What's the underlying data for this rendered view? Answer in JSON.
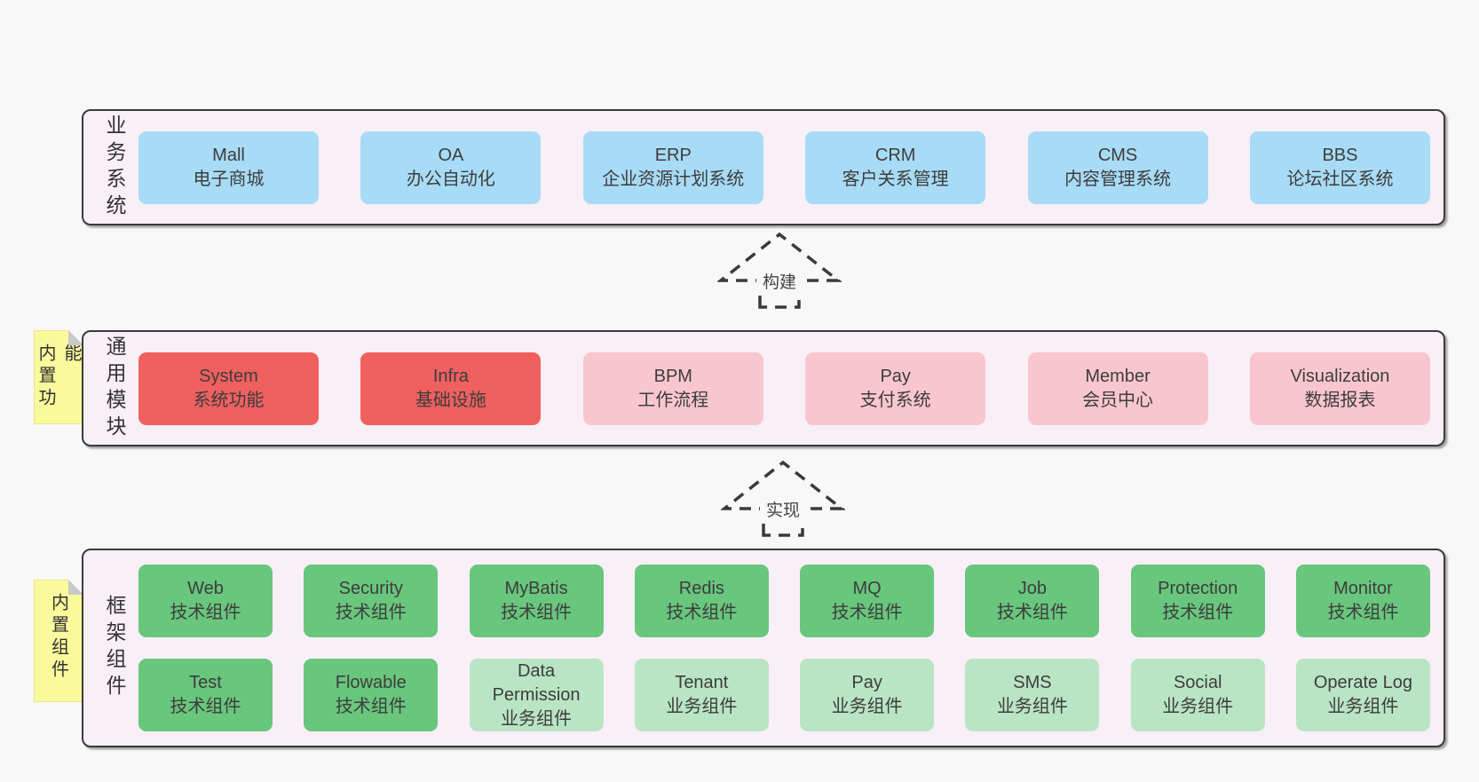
{
  "colors": {
    "page_bg": "#f8f8f8",
    "panel_bg": "#f9eff7",
    "panel_border": "#3b3b3b",
    "blue_box": "#a8dbf5",
    "red_box": "#f0605f",
    "pink_box": "#f9c6cf",
    "green_box": "#69c67d",
    "green_light_box": "#b9e5c4",
    "sticky_yellow": "#fafa9d"
  },
  "arrows": [
    {
      "label": "构建"
    },
    {
      "label": "实现"
    }
  ],
  "stickies": [
    {
      "label": "内置功能"
    },
    {
      "label": "内置组件"
    }
  ],
  "sections": {
    "business": {
      "label": "业务系统",
      "boxes": [
        {
          "en": "Mall",
          "zh": "电子商城"
        },
        {
          "en": "OA",
          "zh": "办公自动化"
        },
        {
          "en": "ERP",
          "zh": "企业资源计划系统"
        },
        {
          "en": "CRM",
          "zh": "客户关系管理"
        },
        {
          "en": "CMS",
          "zh": "内容管理系统"
        },
        {
          "en": "BBS",
          "zh": "论坛社区系统"
        }
      ]
    },
    "modules": {
      "label": "通用模块",
      "boxes": [
        {
          "en": "System",
          "zh": "系统功能"
        },
        {
          "en": "Infra",
          "zh": "基础设施"
        },
        {
          "en": "BPM",
          "zh": "工作流程"
        },
        {
          "en": "Pay",
          "zh": "支付系统"
        },
        {
          "en": "Member",
          "zh": "会员中心"
        },
        {
          "en": "Visualization",
          "zh": "数据报表"
        }
      ]
    },
    "framework": {
      "label": "框架组件",
      "row1": [
        {
          "en": "Web",
          "zh": "技术组件"
        },
        {
          "en": "Security",
          "zh": "技术组件"
        },
        {
          "en": "MyBatis",
          "zh": "技术组件"
        },
        {
          "en": "Redis",
          "zh": "技术组件"
        },
        {
          "en": "MQ",
          "zh": "技术组件"
        },
        {
          "en": "Job",
          "zh": "技术组件"
        },
        {
          "en": "Protection",
          "zh": "技术组件"
        },
        {
          "en": "Monitor",
          "zh": "技术组件"
        }
      ],
      "row2": [
        {
          "en": "Test",
          "zh": "技术组件"
        },
        {
          "en": "Flowable",
          "zh": "技术组件"
        },
        {
          "en": "Data Permission",
          "zh": "业务组件"
        },
        {
          "en": "Tenant",
          "zh": "业务组件"
        },
        {
          "en": "Pay",
          "zh": "业务组件"
        },
        {
          "en": "SMS",
          "zh": "业务组件"
        },
        {
          "en": "Social",
          "zh": "业务组件"
        },
        {
          "en": "Operate Log",
          "zh": "业务组件"
        }
      ]
    }
  }
}
